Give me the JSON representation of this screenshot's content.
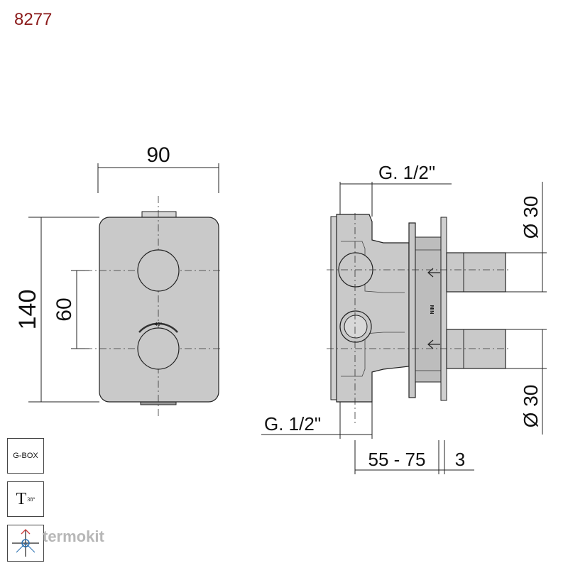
{
  "product": {
    "code": "8277"
  },
  "front_view": {
    "width_label": "90",
    "height_label": "140",
    "spacing_label": "60",
    "temp_mark": "40°"
  },
  "side_view": {
    "thread_top_label": "G. 1/2\"",
    "thread_bottom_label": "G. 1/2\"",
    "depth_label": "55 - 75",
    "plate_label": "3",
    "dia_top_label": "Ø 30",
    "dia_bottom_label": "Ø 30",
    "cartridge_mark": "MIN"
  },
  "badges": {
    "gbox": "G-BOX",
    "thermo_letter": "T",
    "thermo_value": "38°"
  },
  "watermark": {
    "text": "termokit",
    "color": "#b7b7b7"
  },
  "colors": {
    "accent": "#8b1a1a",
    "line": "#222222",
    "fill": "#c9c9c9"
  }
}
